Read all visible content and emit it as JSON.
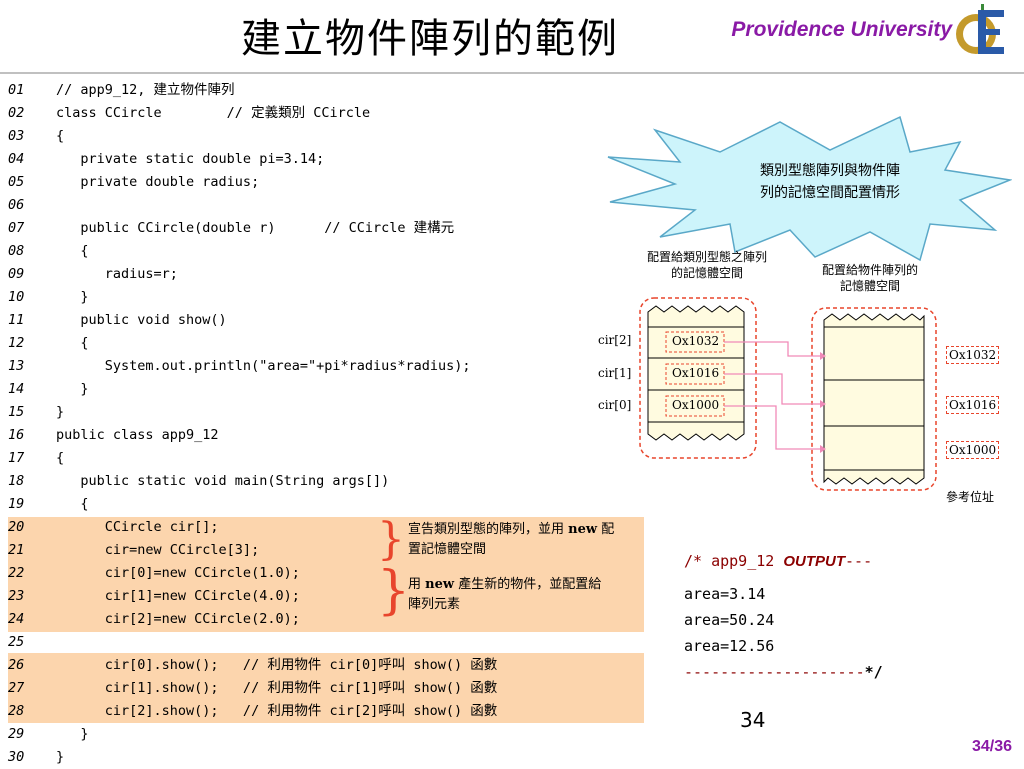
{
  "title": "建立物件陣列的範例",
  "university": "Providence University",
  "code_lines": [
    {
      "num": "01",
      "text": "// app9_12, 建立物件陣列"
    },
    {
      "num": "02",
      "text": "class CCircle        // 定義類別 CCircle"
    },
    {
      "num": "03",
      "text": "{"
    },
    {
      "num": "04",
      "text": "   private static double pi=3.14;"
    },
    {
      "num": "05",
      "text": "   private double radius;"
    },
    {
      "num": "06",
      "text": ""
    },
    {
      "num": "07",
      "text": "   public CCircle(double r)      // CCircle 建構元"
    },
    {
      "num": "08",
      "text": "   {"
    },
    {
      "num": "09",
      "text": "      radius=r;"
    },
    {
      "num": "10",
      "text": "   }"
    },
    {
      "num": "11",
      "text": "   public void show()"
    },
    {
      "num": "12",
      "text": "   {"
    },
    {
      "num": "13",
      "text": "      System.out.println(\"area=\"+pi*radius*radius);"
    },
    {
      "num": "14",
      "text": "   }"
    },
    {
      "num": "15",
      "text": "}"
    },
    {
      "num": "16",
      "text": "public class app9_12"
    },
    {
      "num": "17",
      "text": "{"
    },
    {
      "num": "18",
      "text": "   public static void main(String args[])"
    },
    {
      "num": "19",
      "text": "   {"
    },
    {
      "num": "20",
      "text": "      CCircle cir[];"
    },
    {
      "num": "21",
      "text": "      cir=new CCircle[3];"
    },
    {
      "num": "22",
      "text": "      cir[0]=new CCircle(1.0);"
    },
    {
      "num": "23",
      "text": "      cir[1]=new CCircle(4.0);"
    },
    {
      "num": "24",
      "text": "      cir[2]=new CCircle(2.0);"
    },
    {
      "num": "25",
      "text": ""
    },
    {
      "num": "26",
      "text": "      cir[0].show();   // 利用物件 cir[0]呼叫 show() 函數"
    },
    {
      "num": "27",
      "text": "      cir[1].show();   // 利用物件 cir[1]呼叫 show() 函數"
    },
    {
      "num": "28",
      "text": "      cir[2].show();   // 利用物件 cir[2]呼叫 show() 函數"
    },
    {
      "num": "29",
      "text": "   }"
    },
    {
      "num": "30",
      "text": "}"
    }
  ],
  "notes": {
    "declare_pre": "宣告類別型態的陣列，並用 ",
    "declare_kw": "new",
    "declare_post": " 配",
    "declare_line2": "置記憶體空間",
    "create_pre": "用 ",
    "create_kw": "new",
    "create_post": " 產生新的物件，並配置給",
    "create_line2": "陣列元素"
  },
  "burst": {
    "line1": "類別型態陣列與物件陣",
    "line2": "列的記憶空間配置情形"
  },
  "diagram": {
    "left_label_1": "配置給類別型態之陣列",
    "left_label_2": "的記憶體空間",
    "right_label_1": "配置給物件陣列的",
    "right_label_2": "記憶體空間",
    "index_labels": [
      "cir[2]",
      "cir[1]",
      "cir[0]"
    ],
    "cell_values": [
      "Ox1032",
      "Ox1016",
      "Ox1000"
    ],
    "address_labels": [
      "Ox1032",
      "Ox1016",
      "Ox1000"
    ],
    "ref_address": "參考位址"
  },
  "output": {
    "header_pre": "/* app9_12 ",
    "header_word": "OUTPUT",
    "header_post": "---",
    "lines": [
      "area=3.14",
      "area=50.24",
      "area=12.56"
    ],
    "footer_dashes": "--------------------",
    "footer_end": "*/"
  },
  "slide_number": "34",
  "page_indicator": "34/36"
}
